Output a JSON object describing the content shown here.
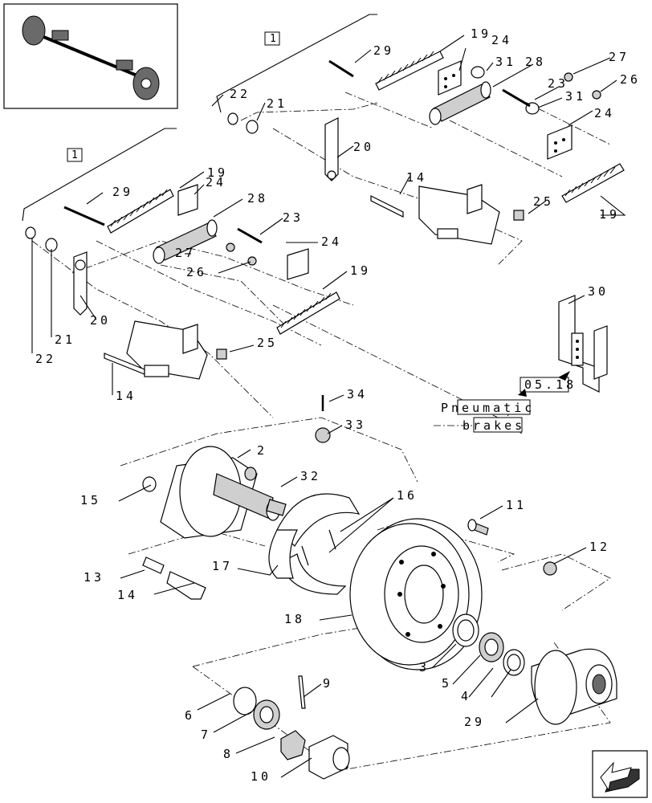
{
  "ref_box_1": "1",
  "ref_box_2": "1",
  "callouts": {
    "c19a": "19",
    "c24a": "24",
    "c29a": "29",
    "c31a": "31",
    "c28a": "28",
    "c27a": "27",
    "c26a": "26",
    "c23a": "23",
    "c31b": "31",
    "c24b": "24",
    "c22a": "22",
    "c21a": "21",
    "c20a": "20",
    "c14a": "14",
    "c25a": "25",
    "c19b": "19",
    "c29b": "29",
    "c19c": "19",
    "c24c": "24",
    "c28b": "28",
    "c23b": "23",
    "c27b": "27",
    "c26b": "26",
    "c24d": "24",
    "c19d": "19",
    "c20b": "20",
    "c21b": "21",
    "c22b": "22",
    "c25b": "25",
    "c14b": "14",
    "c30": "30",
    "c34": "34",
    "c33": "33",
    "c2": "2",
    "c32": "32",
    "c15": "15",
    "c16": "16",
    "c11": "11",
    "c12": "12",
    "c17": "17",
    "c13": "13",
    "c14c": "14",
    "c18": "18",
    "c3": "3",
    "c5": "5",
    "c4": "4",
    "c9": "9",
    "c6": "6",
    "c7": "7",
    "c8": "8",
    "c10": "10",
    "c29c": "29"
  },
  "reference": {
    "page_ref": "05.18",
    "note_line1": "Pneumatic",
    "note_line2": "brakes"
  },
  "nav": {
    "icon": "arrow-back-icon"
  }
}
